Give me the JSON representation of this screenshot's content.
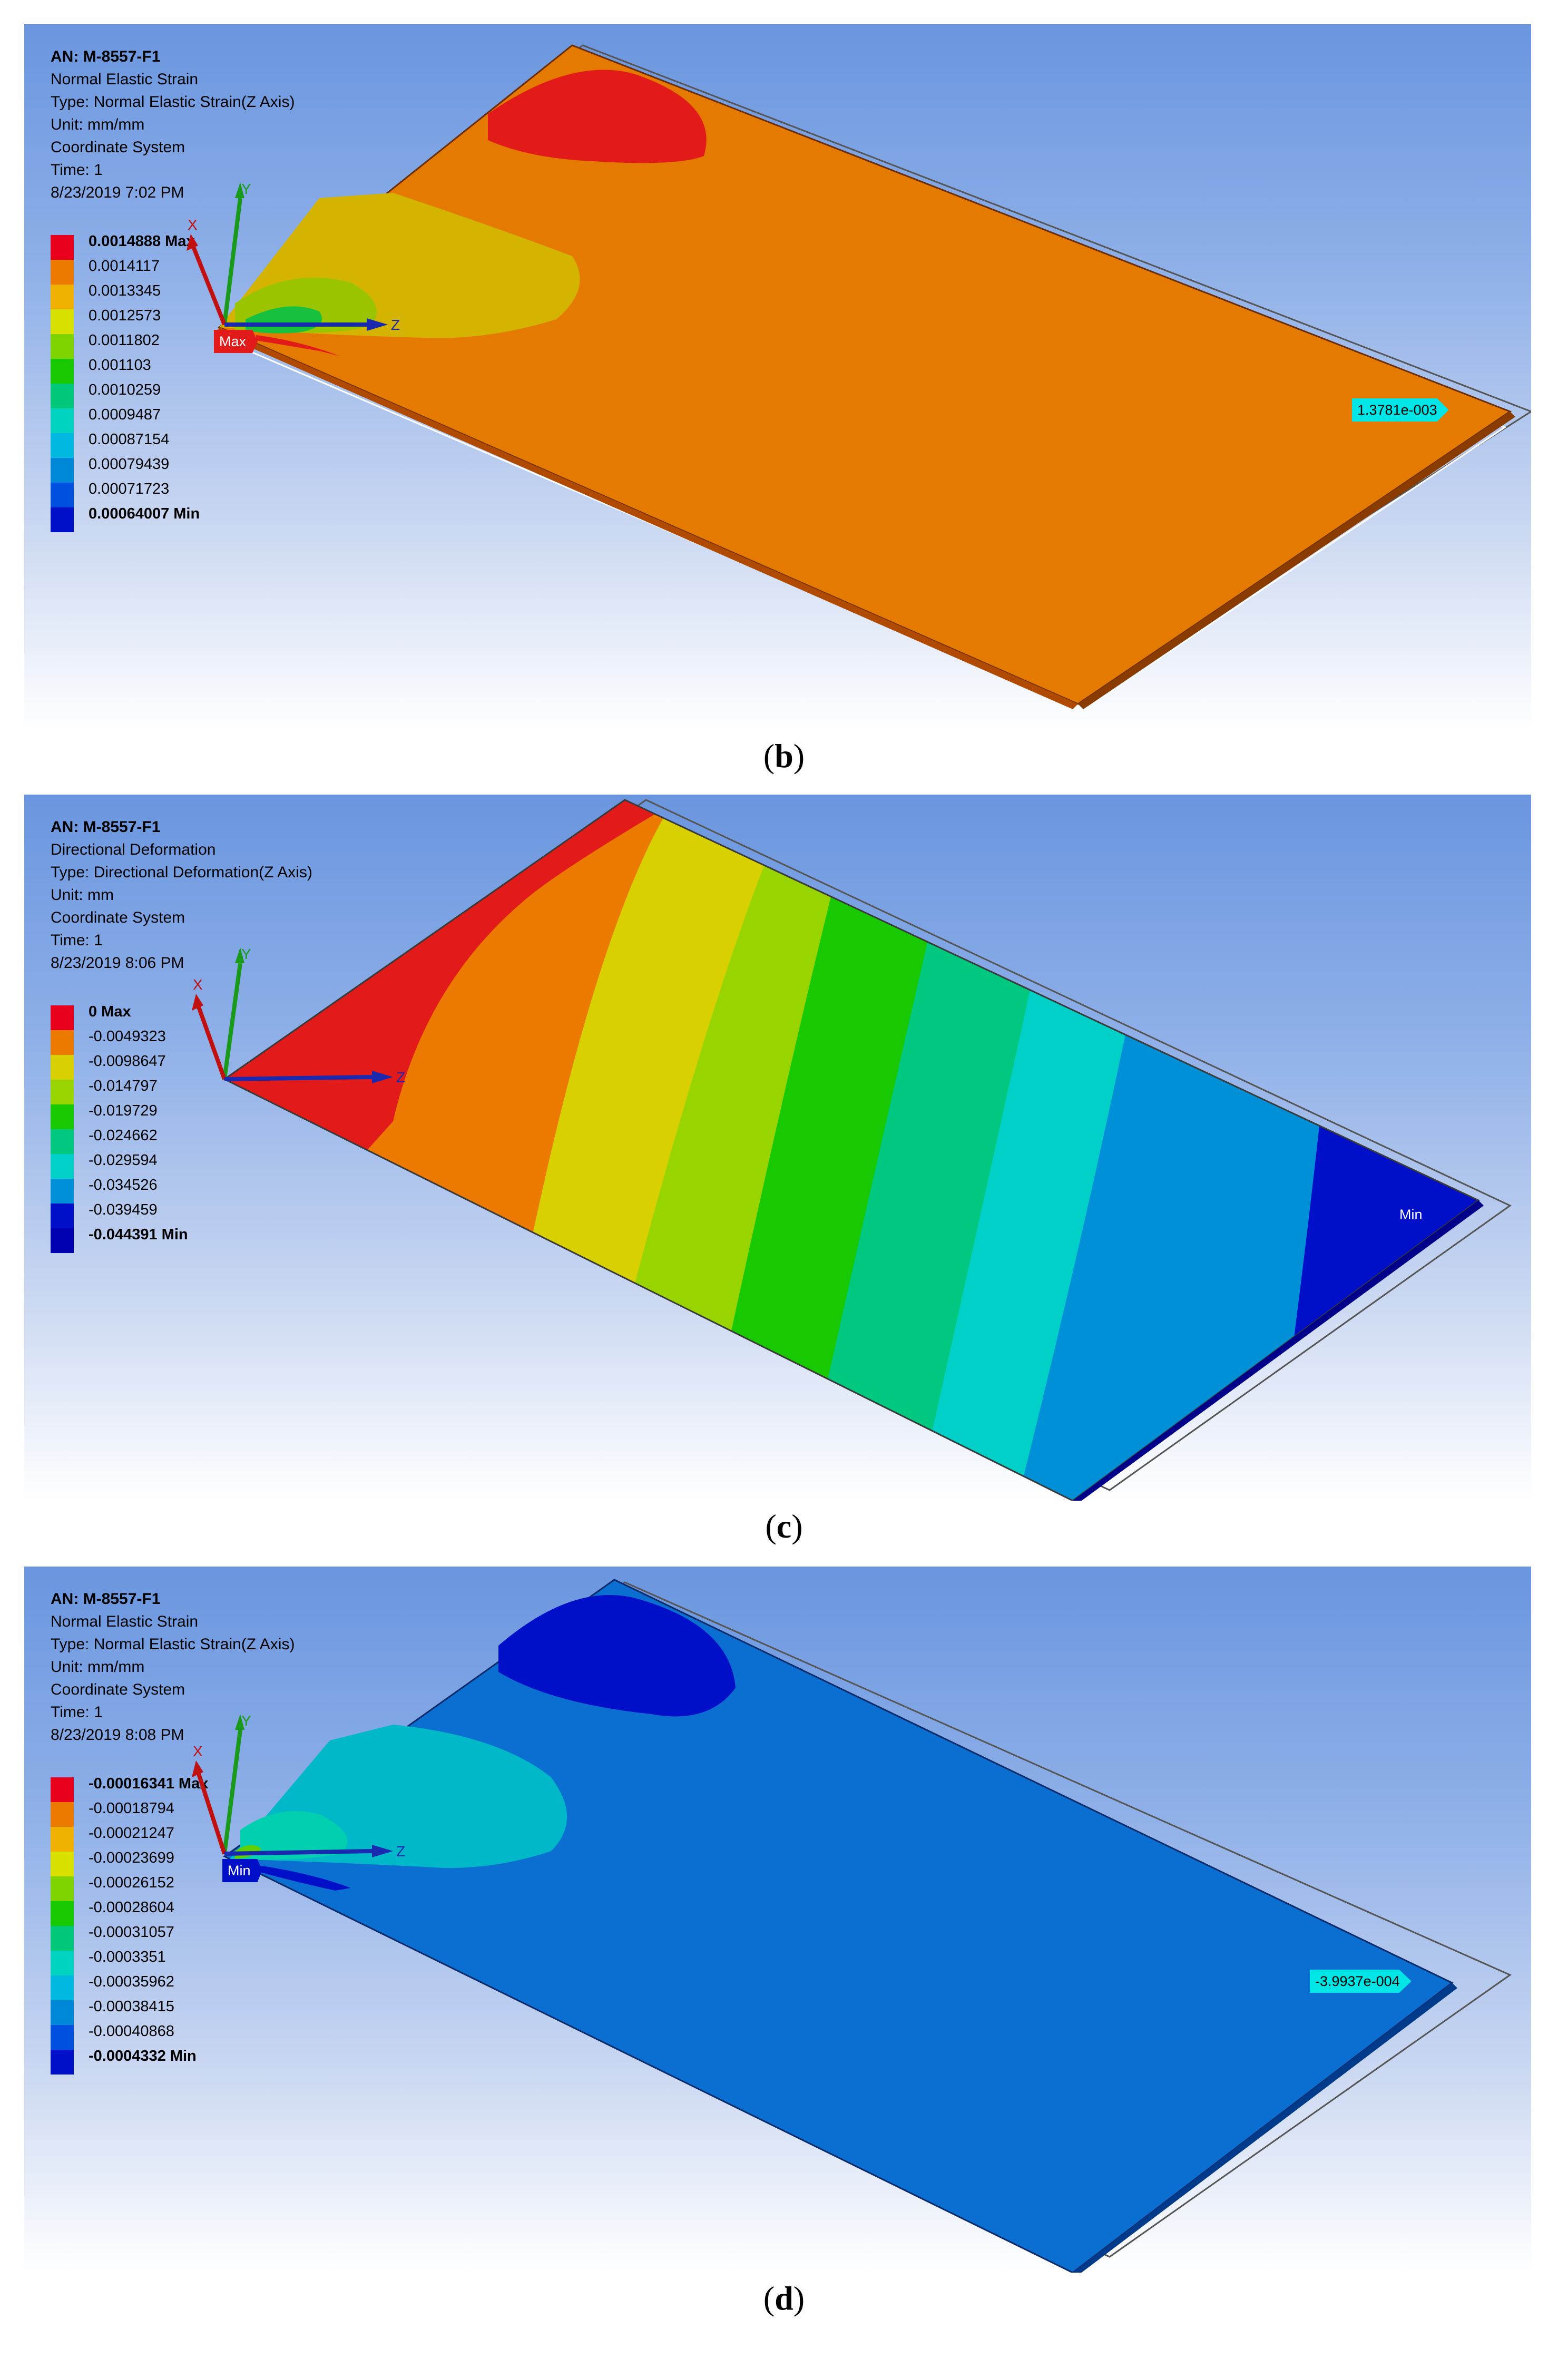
{
  "panels": {
    "b": {
      "caption_letter": "b",
      "info": {
        "title": "AN: M-8557-F1",
        "result": "Normal Elastic Strain",
        "type": "Type: Normal Elastic Strain(Z Axis)",
        "unit": "Unit: mm/mm",
        "coord": "Coordinate System",
        "time": "Time: 1",
        "date": "8/23/2019 7:02 PM"
      },
      "legend": [
        "0.0014888 Max",
        "0.0014117",
        "0.0013345",
        "0.0012573",
        "0.0011802",
        "0.001103",
        "0.0010259",
        "0.0009487",
        "0.00087154",
        "0.00079439",
        "0.00071723",
        "0.00064007 Min"
      ],
      "probe_label": "1.3781e-003",
      "marker_label": "Max"
    },
    "c": {
      "caption_letter": "c",
      "info": {
        "title": "AN: M-8557-F1",
        "result": "Directional Deformation",
        "type": "Type: Directional Deformation(Z Axis)",
        "unit": "Unit: mm",
        "coord": "Coordinate System",
        "time": "Time: 1",
        "date": "8/23/2019 8:06 PM"
      },
      "legend": [
        "0 Max",
        "-0.0049323",
        "-0.0098647",
        "-0.014797",
        "-0.019729",
        "-0.024662",
        "-0.029594",
        "-0.034526",
        "-0.039459",
        "-0.044391 Min"
      ],
      "marker_label": "Min"
    },
    "d": {
      "caption_letter": "d",
      "info": {
        "title": "AN: M-8557-F1",
        "result": "Normal Elastic Strain",
        "type": "Type: Normal Elastic Strain(Z Axis)",
        "unit": "Unit: mm/mm",
        "coord": "Coordinate System",
        "time": "Time: 1",
        "date": "8/23/2019 8:08 PM"
      },
      "legend": [
        "-0.00016341 Max",
        "-0.00018794",
        "-0.00021247",
        "-0.00023699",
        "-0.00026152",
        "-0.00028604",
        "-0.00031057",
        "-0.0003351",
        "-0.00035962",
        "-0.00038415",
        "-0.00040868",
        "-0.0004332 Min"
      ],
      "probe_label": "-3.9937e-004",
      "marker_label": "Min"
    }
  },
  "axes": {
    "x": "X",
    "y": "Y",
    "z": "Z"
  },
  "colors": {
    "legend_12": [
      "#e8001c",
      "#ec7a00",
      "#f0b000",
      "#d8e000",
      "#7fd400",
      "#18c800",
      "#00c878",
      "#00d4c0",
      "#00b8e0",
      "#0088d8",
      "#0050e0",
      "#0010c8"
    ],
    "legend_10": [
      "#e8001c",
      "#ec7a00",
      "#d8d000",
      "#98d400",
      "#18c800",
      "#00c880",
      "#00d0c8",
      "#0090d8",
      "#0010c8",
      "#0000b0"
    ],
    "plate_b": "#e57a00",
    "plate_d": "#0a6fd0",
    "probe": "#00e6e6"
  }
}
